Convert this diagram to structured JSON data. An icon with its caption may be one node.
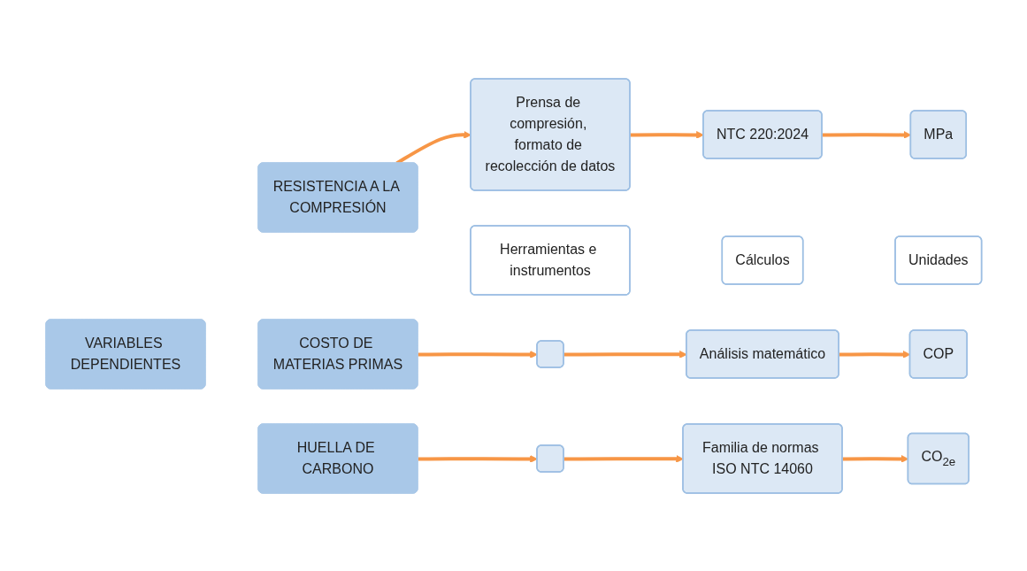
{
  "diagram": {
    "nodes": [
      {
        "text": [
          "Herramientas e instrumentos"
        ]
      },
      {
        "text": [
          "Cálculos"
        ]
      },
      {
        "text": [
          "Unidades"
        ]
      },
      {
        "text": [
          "VARIABLES DEPENDIENTES"
        ]
      },
      {
        "text": [
          "RESISTENCIA A LA COMPRESIÓN"
        ]
      },
      {
        "text": [
          "Prensa de compresión, formato de recolección de datos"
        ]
      },
      {
        "text": [
          "NTC 220:2024"
        ]
      },
      {
        "text": [
          "MPa"
        ]
      },
      {
        "text": [
          "COSTO DE MATERIAS PRIMAS"
        ]
      },
      {
        "text": [],
        "shape": "box"
      },
      {
        "text": [
          "Análisis matemático"
        ]
      },
      {
        "text": [
          "COP"
        ]
      },
      {
        "text": [
          "HUELLA DE CARBONO"
        ]
      },
      {
        "text": [],
        "shape": "box"
      },
      {
        "text": [
          "Familia de normas ISO NTC 14060"
        ]
      },
      {
        "text": [
          "CO$_{2e}$"
        ]
      }
    ],
    "edges": [
      {
        "from": 4,
        "to": 5,
        "arrow": "to"
      },
      {
        "from": 5,
        "to": 6,
        "arrow": "to"
      },
      {
        "from": 6,
        "to": 7,
        "arrow": "to"
      },
      {
        "from": 8,
        "to": 9,
        "arrow": "to"
      },
      {
        "from": 9,
        "to": 10,
        "arrow": "to"
      },
      {
        "from": 10,
        "to": 11,
        "arrow": "to"
      },
      {
        "from": 12,
        "to": 13,
        "arrow": "to"
      },
      {
        "from": 13,
        "to": 14,
        "arrow": "to"
      },
      {
        "from": 14,
        "to": 15,
        "arrow": "to"
      }
    ]
  }
}
